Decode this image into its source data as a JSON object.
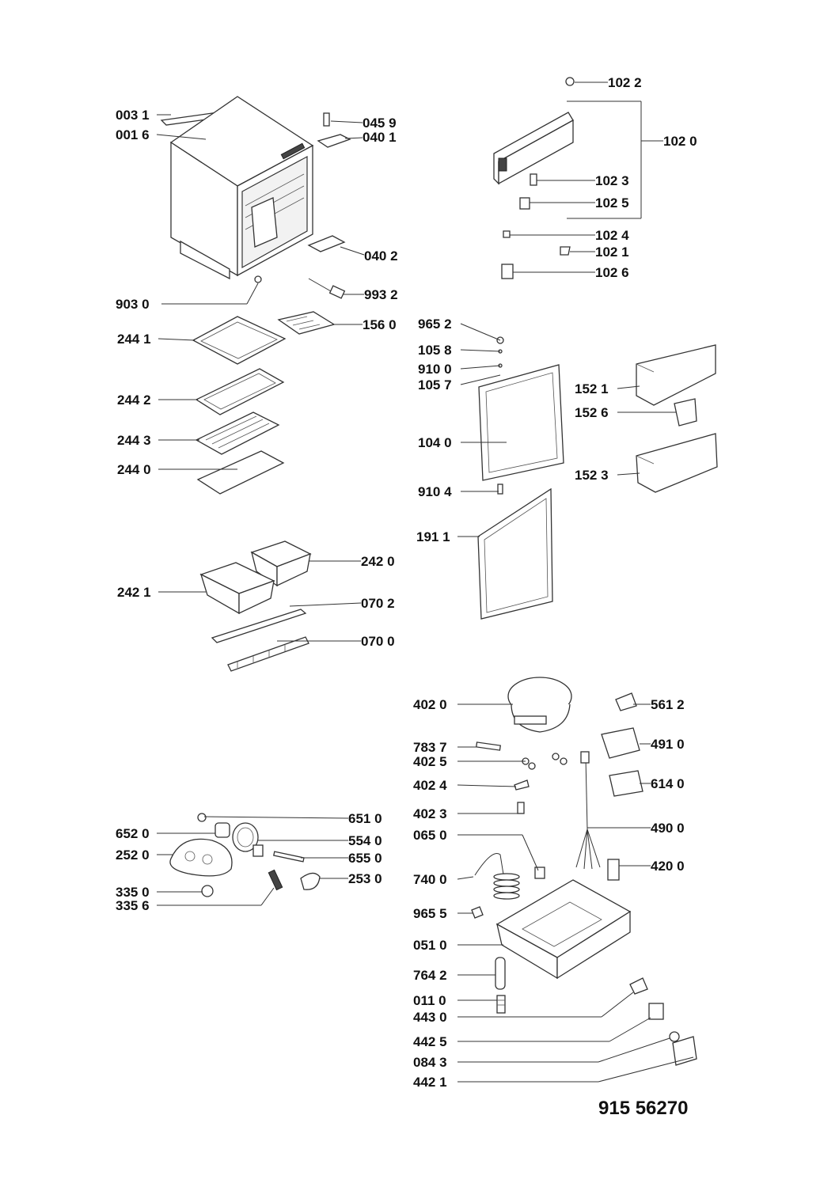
{
  "document_number": "915 56270",
  "parts": [
    {
      "id": "l-0031",
      "label": "003 1"
    },
    {
      "id": "l-0016",
      "label": "001 6"
    },
    {
      "id": "l-0459",
      "label": "045 9"
    },
    {
      "id": "l-0401",
      "label": "040 1"
    },
    {
      "id": "l-0402",
      "label": "040 2"
    },
    {
      "id": "l-9930",
      "label": "903 0"
    },
    {
      "id": "l-9932",
      "label": "993 2"
    },
    {
      "id": "l-2441",
      "label": "244 1"
    },
    {
      "id": "l-1560",
      "label": "156 0"
    },
    {
      "id": "l-2442",
      "label": "244 2"
    },
    {
      "id": "l-2443",
      "label": "244 3"
    },
    {
      "id": "l-2440",
      "label": "244 0"
    },
    {
      "id": "l-2420",
      "label": "242 0"
    },
    {
      "id": "l-2421",
      "label": "242 1"
    },
    {
      "id": "l-0702",
      "label": "070 2"
    },
    {
      "id": "l-0700",
      "label": "070 0"
    },
    {
      "id": "l-1022",
      "label": "102 2"
    },
    {
      "id": "l-1020",
      "label": "102 0"
    },
    {
      "id": "l-1023",
      "label": "102 3"
    },
    {
      "id": "l-1025",
      "label": "102 5"
    },
    {
      "id": "l-1024",
      "label": "102 4"
    },
    {
      "id": "l-1021",
      "label": "102 1"
    },
    {
      "id": "l-1026",
      "label": "102 6"
    },
    {
      "id": "l-9652",
      "label": "965 2"
    },
    {
      "id": "l-1058",
      "label": "105 8"
    },
    {
      "id": "l-9100",
      "label": "910 0"
    },
    {
      "id": "l-1057",
      "label": "105 7"
    },
    {
      "id": "l-1521",
      "label": "152 1"
    },
    {
      "id": "l-1526",
      "label": "152 6"
    },
    {
      "id": "l-1040",
      "label": "104 0"
    },
    {
      "id": "l-1523",
      "label": "152 3"
    },
    {
      "id": "l-9104",
      "label": "910 4"
    },
    {
      "id": "l-1911",
      "label": "191 1"
    },
    {
      "id": "l-4020",
      "label": "402 0"
    },
    {
      "id": "l-5612",
      "label": "561 2"
    },
    {
      "id": "l-7837",
      "label": "783 7"
    },
    {
      "id": "l-4910",
      "label": "491 0"
    },
    {
      "id": "l-4025",
      "label": "402 5"
    },
    {
      "id": "l-4024",
      "label": "402 4"
    },
    {
      "id": "l-6140",
      "label": "614 0"
    },
    {
      "id": "l-4023",
      "label": "402 3"
    },
    {
      "id": "l-0650",
      "label": "065 0"
    },
    {
      "id": "l-4900",
      "label": "490 0"
    },
    {
      "id": "l-4200",
      "label": "420 0"
    },
    {
      "id": "l-7400",
      "label": "740 0"
    },
    {
      "id": "l-9655",
      "label": "965 5"
    },
    {
      "id": "l-0510",
      "label": "051 0"
    },
    {
      "id": "l-7642",
      "label": "764 2"
    },
    {
      "id": "l-0110",
      "label": "011 0"
    },
    {
      "id": "l-4430",
      "label": "443 0"
    },
    {
      "id": "l-4425",
      "label": "442 5"
    },
    {
      "id": "l-0843",
      "label": "084 3"
    },
    {
      "id": "l-4421",
      "label": "442 1"
    },
    {
      "id": "l-6510",
      "label": "651 0"
    },
    {
      "id": "l-6520",
      "label": "652 0"
    },
    {
      "id": "l-5540",
      "label": "554 0"
    },
    {
      "id": "l-2520",
      "label": "252 0"
    },
    {
      "id": "l-6550",
      "label": "655 0"
    },
    {
      "id": "l-2530",
      "label": "253 0"
    },
    {
      "id": "l-3350",
      "label": "335 0"
    },
    {
      "id": "l-3356",
      "label": "335 6"
    }
  ]
}
